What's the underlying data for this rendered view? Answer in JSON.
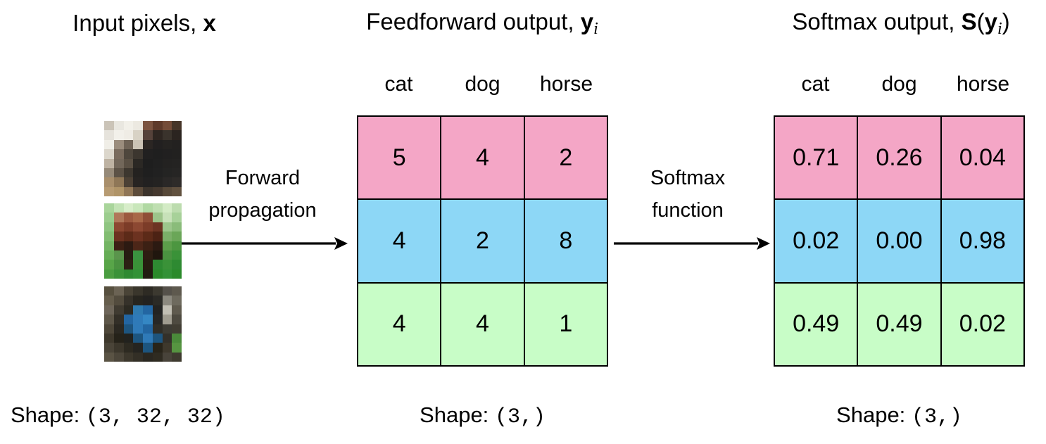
{
  "titles": {
    "left": {
      "text": "Input pixels,",
      "symbol": "x"
    },
    "middle": {
      "text": "Feedforward output,",
      "symbol": "y",
      "subscript": "i"
    },
    "right": {
      "text": "Softmax output,",
      "matrix_symbol": "S",
      "open_paren": "(",
      "symbol": "y",
      "subscript": "i",
      "close_paren": ")"
    }
  },
  "arrows": {
    "forward": {
      "label_line1": "Forward",
      "label_line2": "propagation"
    },
    "softmax": {
      "label_line1": "Softmax",
      "label_line2": "function"
    }
  },
  "colors": {
    "row_pink": "#F4A6C6",
    "row_blue": "#8DD7F6",
    "row_green": "#C8FDC7",
    "line": "#000000"
  },
  "feedforward_table": {
    "columns": [
      "cat",
      "dog",
      "horse"
    ],
    "rows": [
      {
        "color": "#F4A6C6",
        "values": [
          "5",
          "4",
          "2"
        ]
      },
      {
        "color": "#8DD7F6",
        "values": [
          "4",
          "2",
          "8"
        ]
      },
      {
        "color": "#C8FDC7",
        "values": [
          "4",
          "4",
          "1"
        ]
      }
    ]
  },
  "softmax_table": {
    "columns": [
      "cat",
      "dog",
      "horse"
    ],
    "rows": [
      {
        "color": "#F4A6C6",
        "values": [
          "0.71",
          "0.26",
          "0.04"
        ]
      },
      {
        "color": "#8DD7F6",
        "values": [
          "0.02",
          "0.00",
          "0.98"
        ]
      },
      {
        "color": "#C8FDC7",
        "values": [
          "0.49",
          "0.49",
          "0.02"
        ]
      }
    ]
  },
  "shapes": {
    "input": {
      "label": "Shape:",
      "tuple": "(3, 32, 32)"
    },
    "feedforward": {
      "label": "Shape:",
      "tuple": "(3,)"
    },
    "softmax": {
      "label": "Shape:",
      "tuple": "(3,)"
    }
  },
  "input_images": [
    {
      "name": "cat-photo",
      "pixels": [
        [
          "#cbc4b8",
          "#e9e7e0",
          "#f2f0e9",
          "#ece9e1",
          "#7c5440",
          "#5e3a2a",
          "#744c38",
          "#463528"
        ],
        [
          "#e6e3dc",
          "#f2f0ea",
          "#efece5",
          "#d8d2c5",
          "#55423a",
          "#2e2621",
          "#3a332c",
          "#2b2420"
        ],
        [
          "#f0eee7",
          "#9b8d7d",
          "#6f6356",
          "#cbc3b5",
          "#2b2623",
          "#222020",
          "#252321",
          "#232120"
        ],
        [
          "#dcd7cc",
          "#7a6c5e",
          "#4f473d",
          "#3c362f",
          "#212020",
          "#1f1f1f",
          "#212020",
          "#222120"
        ],
        [
          "#beb3a3",
          "#72675a",
          "#5a5044",
          "#2b2824",
          "#1e1e1e",
          "#202020",
          "#232221",
          "#242322"
        ],
        [
          "#968a79",
          "#5c5246",
          "#3d372f",
          "#242220",
          "#1f1f1f",
          "#212121",
          "#242423",
          "#262524"
        ],
        [
          "#a98f6c",
          "#8f7757",
          "#4c4135",
          "#272422",
          "#222121",
          "#242322",
          "#2a2827",
          "#2e2b29"
        ],
        [
          "#b79b72",
          "#b09468",
          "#907656",
          "#5d4c3b",
          "#3c342c",
          "#45392f",
          "#574939",
          "#61513f"
        ]
      ]
    },
    {
      "name": "horse-photo",
      "pixels": [
        [
          "#a9d59b",
          "#c3e3b5",
          "#d7edc9",
          "#c9e7bb",
          "#b1d9a3",
          "#bfdfb1",
          "#d3ebc5",
          "#bcdcae"
        ],
        [
          "#9ccd8e",
          "#b0785a",
          "#9c5a40",
          "#a86848",
          "#8f4e36",
          "#9cc48a",
          "#c7e1b9",
          "#a7d199"
        ],
        [
          "#8fc581",
          "#8c4831",
          "#7c3c28",
          "#8c4832",
          "#7c3c28",
          "#6c3423",
          "#9cc68c",
          "#8abc7a"
        ],
        [
          "#82bd72",
          "#6c3220",
          "#5c2a18",
          "#6c3220",
          "#5c2a18",
          "#4c2214",
          "#7aae68",
          "#6aa658"
        ],
        [
          "#74b564",
          "#3c2014",
          "#2c1a12",
          "#4c2618",
          "#3c2014",
          "#2c1a12",
          "#5c9e4a",
          "#4c9640"
        ],
        [
          "#66ad56",
          "#5a944c",
          "#261c12",
          "#3a9240",
          "#2e1e12",
          "#20160e",
          "#4a9240",
          "#3a9238"
        ],
        [
          "#58a548",
          "#4a9240",
          "#2c2114",
          "#3a9238",
          "#261c10",
          "#2e8a32",
          "#3a9238",
          "#2e8a32"
        ],
        [
          "#4a9d40",
          "#3a9238",
          "#2e8a32",
          "#329236",
          "#201c10",
          "#2a8a2a",
          "#329236",
          "#2a8a2a"
        ]
      ]
    },
    {
      "name": "dog-photo",
      "pixels": [
        [
          "#57503f",
          "#6b6354",
          "#4a4437",
          "#3a362c",
          "#2e2b24",
          "#3c3930",
          "#55514a",
          "#5e594e"
        ],
        [
          "#665e4d",
          "#534c3e",
          "#36322a",
          "#27251f",
          "#232220",
          "#2b2a26",
          "#8c897f",
          "#6e6a5e"
        ],
        [
          "#6e665a",
          "#403b31",
          "#2c2a22",
          "#2f7ab0",
          "#2366a2",
          "#232322",
          "#c2bfb4",
          "#5f5a4e"
        ],
        [
          "#5e5749",
          "#332f27",
          "#2366a2",
          "#2f7ab8",
          "#3587c4",
          "#272726",
          "#a09c90",
          "#4e4a40"
        ],
        [
          "#4e4739",
          "#2b2821",
          "#1d557f",
          "#2f7ab8",
          "#2366a2",
          "#302e28",
          "#3e3c35",
          "#413d33"
        ],
        [
          "#3e382c",
          "#252219",
          "#22221e",
          "#1d557f",
          "#2f7ab8",
          "#1d557f",
          "#33302a",
          "#4a8a3a"
        ],
        [
          "#4a4438",
          "#3c372c",
          "#2d2a21",
          "#252420",
          "#1d557f",
          "#282419",
          "#3e382c",
          "#569441"
        ],
        [
          "#5a5344",
          "#4c463a",
          "#3c372c",
          "#332f26",
          "#2a2720",
          "#2f2b21",
          "#48433a",
          "#3e3a2f"
        ]
      ]
    }
  ]
}
